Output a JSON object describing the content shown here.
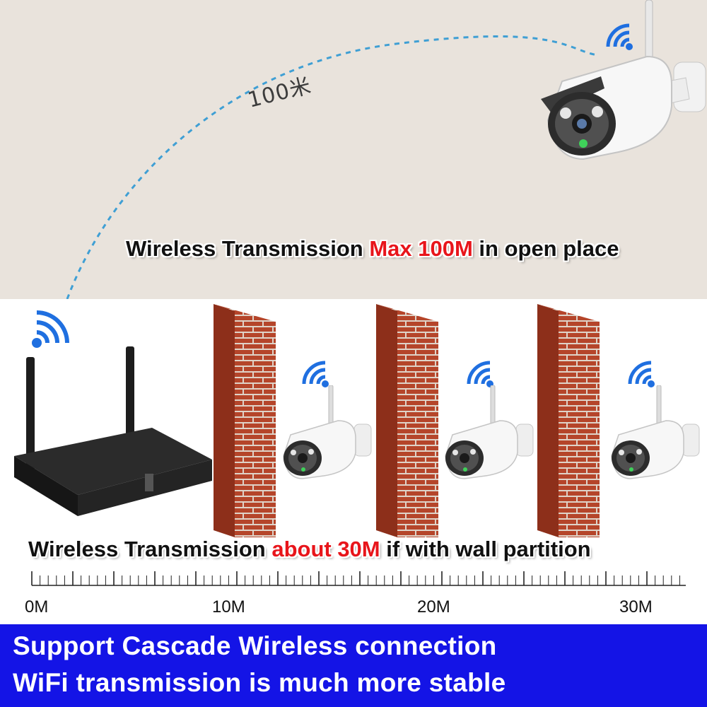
{
  "top": {
    "distance_label": "100米",
    "headline_prefix": "Wireless Transmission ",
    "headline_highlight": "Max 100M",
    "headline_suffix": " in open place"
  },
  "middle": {
    "headline_prefix": "Wireless Transmission ",
    "headline_highlight": "about 30M",
    "headline_suffix": " if with wall partition"
  },
  "ruler": {
    "labels": [
      "0M",
      "10M",
      "20M",
      "30M"
    ]
  },
  "banner": {
    "line1": "Support Cascade Wireless connection",
    "line2": "WiFi transmission is much more stable"
  },
  "colors": {
    "highlight": "#e8151b",
    "banner_bg": "#1414e6",
    "wifi_blue": "#1f6fe0",
    "brick": "#b5452a"
  },
  "icons": [
    "wifi-icon",
    "nvr-router-icon",
    "bullet-camera-icon",
    "brick-wall-icon"
  ]
}
